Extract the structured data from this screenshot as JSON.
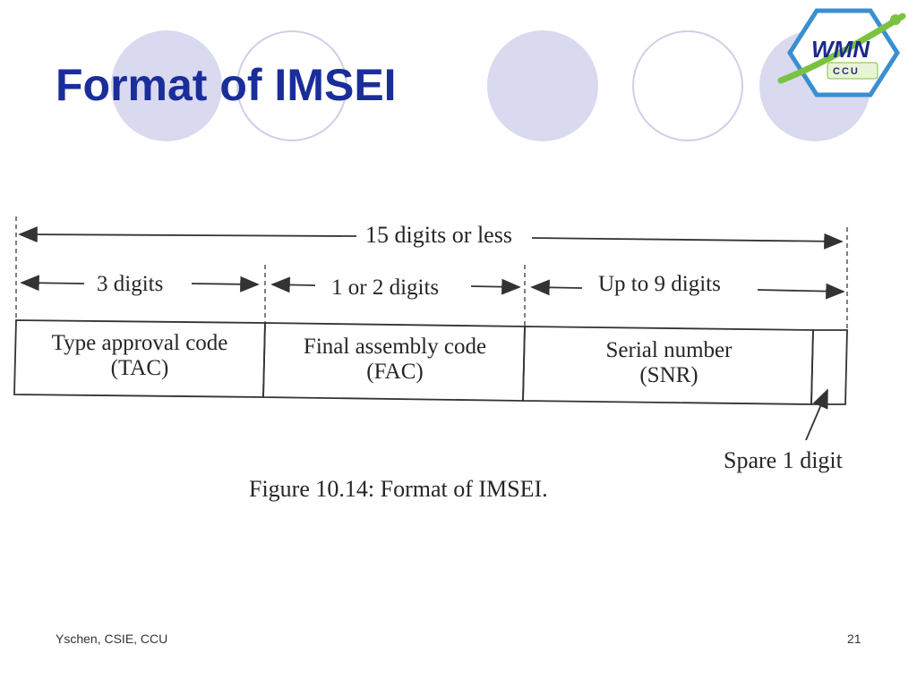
{
  "slide": {
    "title": "Format of IMSEI",
    "footer_left": "Yschen, CSIE, CCU",
    "page_number": "21"
  },
  "logo": {
    "text": "WMN",
    "subtext": "CCU"
  },
  "diagram": {
    "total_span_label": "15 digits or less",
    "segments": [
      {
        "span_label": "3 digits",
        "name_line1": "Type approval code",
        "name_line2": "(TAC)"
      },
      {
        "span_label": "1 or 2 digits",
        "name_line1": "Final assembly code",
        "name_line2": "(FAC)"
      },
      {
        "span_label": "Up to 9 digits",
        "name_line1": "Serial number",
        "name_line2": "(SNR)"
      }
    ],
    "spare_label": "Spare 1 digit",
    "caption": "Figure 10.14:  Format of IMSEI."
  },
  "colors": {
    "title": "#1a2e9a",
    "circle_fill": "#d9d9f0",
    "circle_outline": "#cfcfe8"
  }
}
